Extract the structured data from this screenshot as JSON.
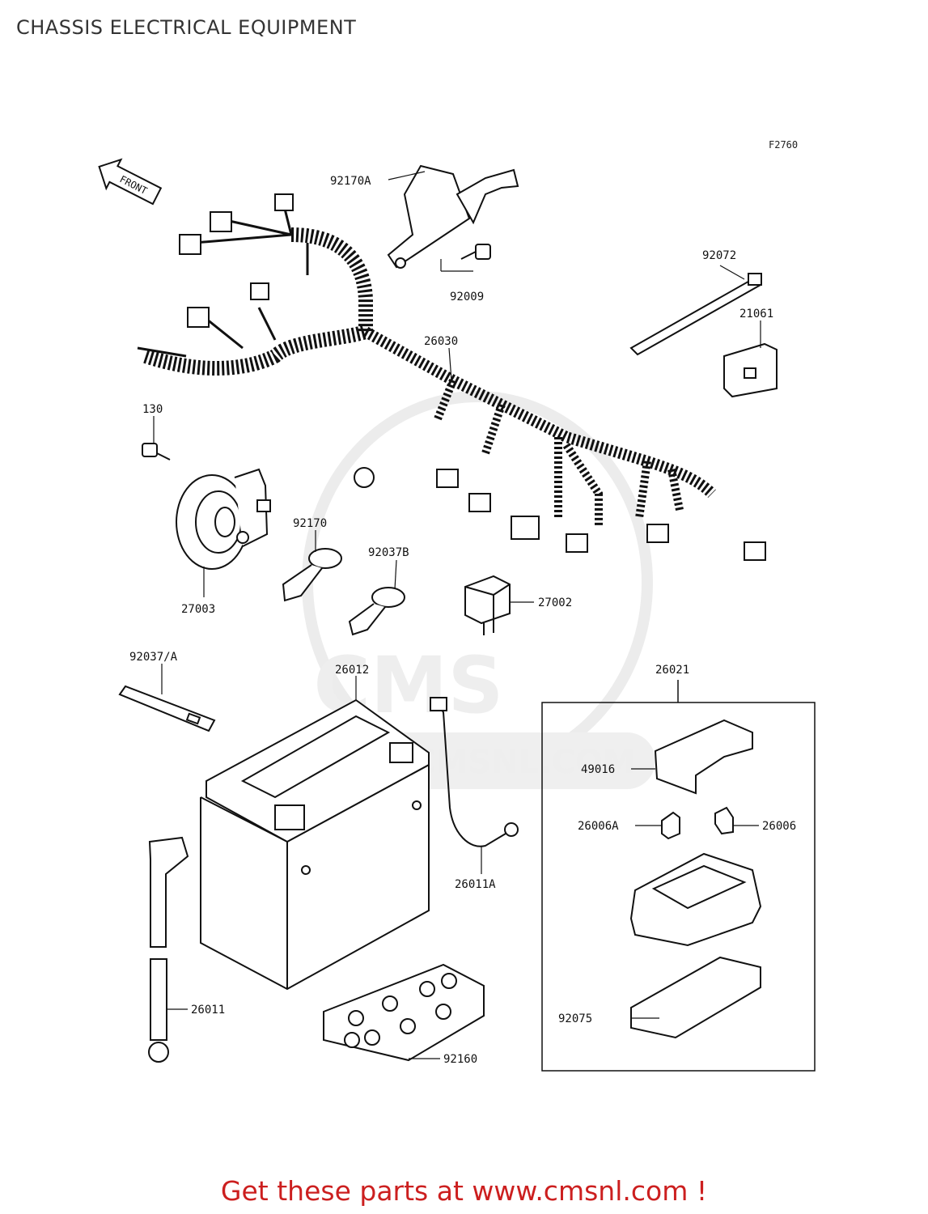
{
  "page": {
    "title": "CHASSIS ELECTRICAL EQUIPMENT",
    "figure_code": "F2760",
    "footer_text": "Get these parts at www.cmsnl.com !"
  },
  "watermark": {
    "logo_text": "CMS",
    "url_text": "WWW.CMSNL.COM"
  },
  "front_arrow": {
    "label": "FRONT"
  },
  "parts": [
    {
      "id": "p-92170A",
      "label": "92170A"
    },
    {
      "id": "p-92009",
      "label": "92009"
    },
    {
      "id": "p-92072",
      "label": "92072"
    },
    {
      "id": "p-21061",
      "label": "21061"
    },
    {
      "id": "p-26030",
      "label": "26030"
    },
    {
      "id": "p-130",
      "label": "130"
    },
    {
      "id": "p-92170",
      "label": "92170"
    },
    {
      "id": "p-92037B",
      "label": "92037B"
    },
    {
      "id": "p-27003",
      "label": "27003"
    },
    {
      "id": "p-27002",
      "label": "27002"
    },
    {
      "id": "p-92037A",
      "label": "92037/A"
    },
    {
      "id": "p-26012",
      "label": "26012"
    },
    {
      "id": "p-26021",
      "label": "26021"
    },
    {
      "id": "p-49016",
      "label": "49016"
    },
    {
      "id": "p-26006A",
      "label": "26006A"
    },
    {
      "id": "p-26006",
      "label": "26006"
    },
    {
      "id": "p-26011A",
      "label": "26011A"
    },
    {
      "id": "p-26011",
      "label": "26011"
    },
    {
      "id": "p-92075",
      "label": "92075"
    },
    {
      "id": "p-92160",
      "label": "92160"
    }
  ]
}
